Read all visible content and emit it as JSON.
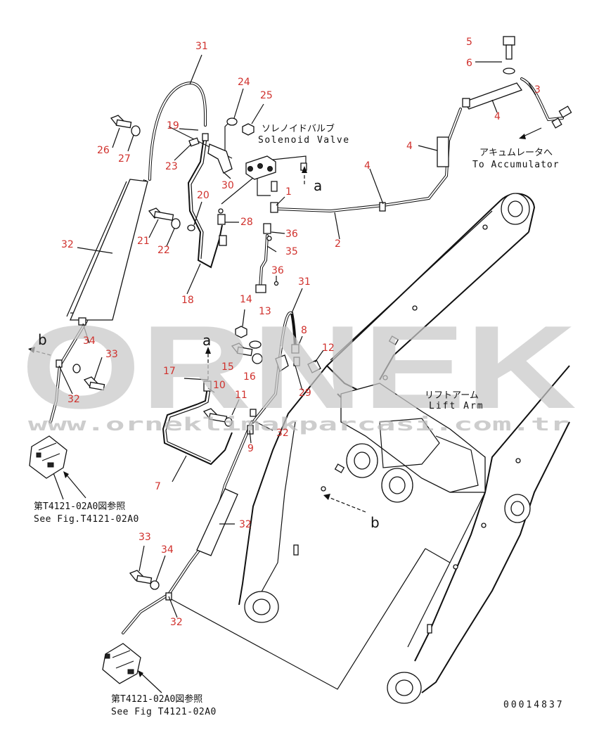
{
  "watermark": {
    "logo_text": "ORNEK",
    "url_text": "www.orneklimakparcasi.com.tr"
  },
  "annotations": {
    "solenoid_jp": "ソレノイドバルブ",
    "solenoid_en": "Solenoid Valve",
    "accumulator_jp": "アキュムレータへ",
    "accumulator_en": "To Accumulator",
    "lift_arm_jp": "リフトアーム",
    "lift_arm_en": "Lift Arm",
    "ref_top_jp": "第T4121-02A0図参照",
    "ref_top_en": "See Fig.T4121-02A0",
    "ref_bottom_jp": "第T4121-02A0図参照",
    "ref_bottom_en": "See Fig T4121-02A0",
    "drawing_number": "00014837"
  },
  "direction_markers": {
    "a": "a",
    "b": "b"
  },
  "callouts": [
    "31",
    "24",
    "25",
    "19",
    "23",
    "30",
    "26",
    "27",
    "20",
    "21",
    "22",
    "32",
    "18",
    "5",
    "6",
    "3",
    "4",
    "4",
    "4",
    "4",
    "1",
    "2",
    "28",
    "36",
    "35",
    "36",
    "31",
    "14",
    "13",
    "8",
    "12",
    "15",
    "16",
    "29",
    "17",
    "10",
    "11",
    "32",
    "9",
    "7",
    "32",
    "33",
    "34",
    "32",
    "34",
    "33",
    "32"
  ]
}
